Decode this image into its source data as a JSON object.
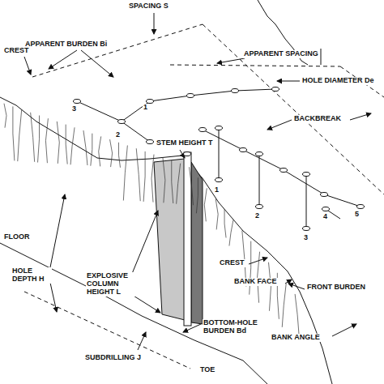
{
  "diagram": {
    "labels": [
      "SPACING S",
      "APPARENT BURDEN Bi",
      "APPARENT SPACING",
      "CREST",
      "HOLE DIAMETER De",
      "BACKBREAK",
      "STEM HEIGHT T",
      "3",
      "2",
      "1",
      "1",
      "2",
      "3",
      "4",
      "5",
      "FLOOR",
      "HOLE DEPTH H",
      "EXPLOSIVE COLUMN HEIGHT L",
      "CREST",
      "BANK FACE",
      "FRONT BURDEN",
      "BOTTOM-HOLE BURDEN Bd",
      "BANK ANGLE",
      "SUBDRILLING J",
      "TOE"
    ]
  }
}
